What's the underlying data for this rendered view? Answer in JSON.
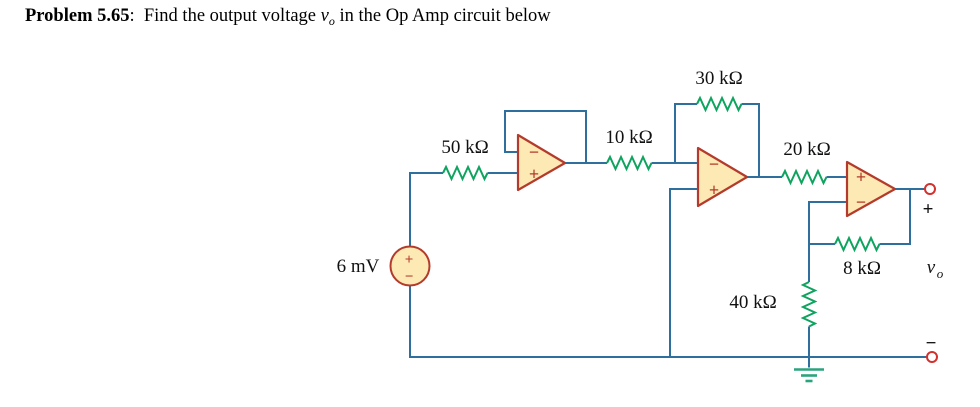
{
  "title": {
    "bold": "Problem 5.65",
    "sep": ":  ",
    "rest1": "Find the output voltage ",
    "var": "v",
    "sub": "o",
    "rest2": " in the Op Amp circuit below"
  },
  "colors": {
    "wire": "#2e6f9e",
    "resistor": "#0ea45f",
    "ground": "#2aa47e",
    "opamp_fill": "#fce9b4",
    "opamp_stroke": "#b43b2c",
    "terminal": "#d2312e",
    "text": "#111111"
  },
  "source": {
    "label": "6 mV",
    "plus": "+",
    "minus": "−"
  },
  "resistors": [
    {
      "id": "R1",
      "label": "50 kΩ"
    },
    {
      "id": "R2",
      "label": "10 kΩ"
    },
    {
      "id": "R3",
      "label": "30 kΩ"
    },
    {
      "id": "R4",
      "label": "20 kΩ"
    },
    {
      "id": "R5",
      "label": "8 kΩ"
    },
    {
      "id": "R6",
      "label": "40 kΩ"
    }
  ],
  "opamps": [
    {
      "id": "opamp-1",
      "top": "−",
      "bottom": "+"
    },
    {
      "id": "opamp-2",
      "top": "−",
      "bottom": "+"
    },
    {
      "id": "opamp-3",
      "top": "+",
      "bottom": "−"
    }
  ],
  "output": {
    "plus": "+",
    "minus": "−",
    "var": "v",
    "sub": "o"
  }
}
